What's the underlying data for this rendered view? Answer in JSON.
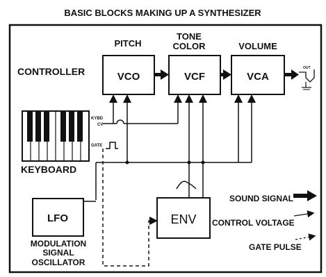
{
  "title": "BASIC BLOCKS MAKING UP A SYNTHESIZER",
  "column_labels": {
    "pitch": "PITCH",
    "tone_color_line1": "TONE",
    "tone_color_line2": "COLOR",
    "volume": "VOLUME"
  },
  "controller_label": "CONTROLLER",
  "blocks": {
    "vco": "VCO",
    "vcf": "VCF",
    "vca": "VCA",
    "lfo": "LFO",
    "env": "ENV"
  },
  "output_label": "OUT",
  "keyboard": {
    "label": "KEYBOARD",
    "kybd_cv_line1": "KYBD",
    "kybd_cv_line2": "CV",
    "gate_label": "GATE"
  },
  "lfo_caption": {
    "line1": "MODULATION",
    "line2": "SIGNAL",
    "line3": "OSCILLATOR"
  },
  "legend": {
    "sound_signal": "SOUND SIGNAL",
    "control_voltage": "CONTROL VOLTAGE",
    "gate_pulse": "GATE PULSE"
  },
  "colors": {
    "ink": "#111111",
    "paper": "#ffffff"
  }
}
